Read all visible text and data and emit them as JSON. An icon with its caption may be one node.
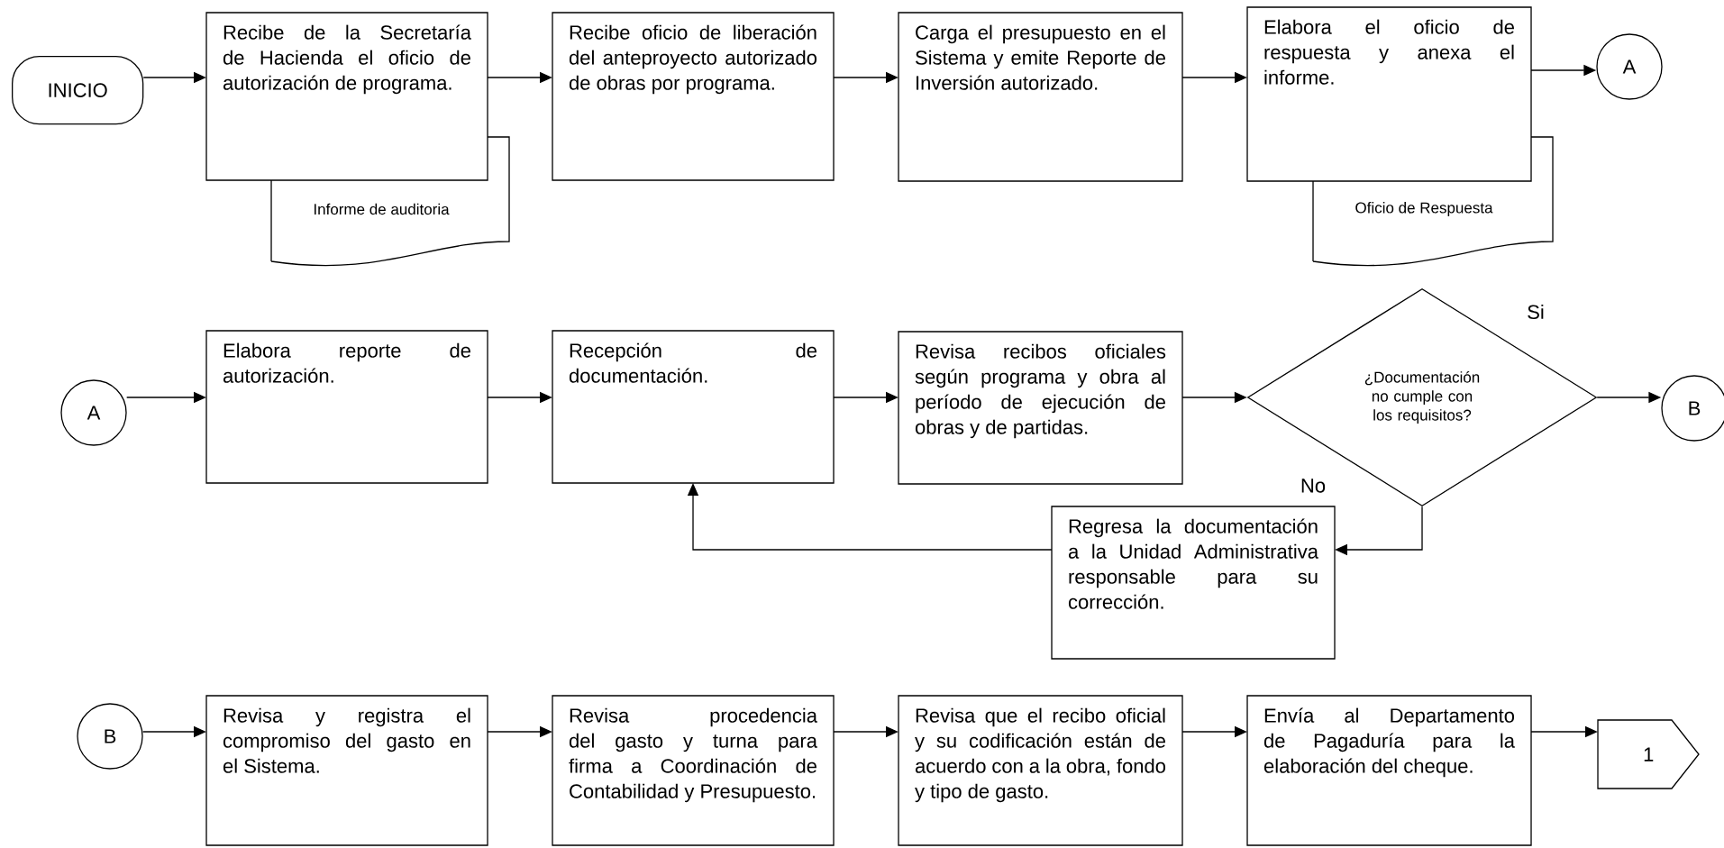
{
  "diagram": {
    "nodes": [
      {
        "text": [
          "INICIO"
        ]
      },
      {
        "text": [
          "Recibe de la Secretaría de Hacienda el oficio de autorización de programa."
        ]
      },
      {
        "text": [
          "Informe de auditoria"
        ]
      },
      {
        "text": [
          "Recibe oficio de liberación del anteproyecto autorizado de obras por programa."
        ]
      },
      {
        "text": [
          "Carga el presupuesto en el Sistema y emite Reporte de Inversión autorizado."
        ]
      },
      {
        "text": [
          "Elabora el oficio de respuesta y anexa el informe."
        ]
      },
      {
        "text": [
          "Oficio de Respuesta"
        ]
      },
      {
        "text": [
          "A"
        ]
      },
      {
        "text": [
          "A"
        ]
      },
      {
        "text": [
          "Elabora reporte de autorización."
        ]
      },
      {
        "text": [
          "Recepción de documentación."
        ]
      },
      {
        "text": [
          "Revisa recibos oficiales según programa y obra al período de ejecución de obras y de partidas."
        ]
      },
      {
        "text": [
          "¿Documentación no cumple con los requisitos?"
        ]
      },
      {
        "text": [
          "B"
        ]
      },
      {
        "text": [
          "Regresa la documentación a la Unidad Administrativa responsable para su corrección."
        ]
      },
      {
        "text": [
          "B"
        ]
      },
      {
        "text": [
          "Revisa y registra el compromiso del gasto en el Sistema."
        ]
      },
      {
        "text": [
          "Revisa procedencia del gasto y turna para firma a Coordinación de Contabilidad y Presupuesto."
        ]
      },
      {
        "text": [
          "Revisa que el recibo oficial y su codificación están de acuerdo con a la obra, fondo y tipo de gasto."
        ]
      },
      {
        "text": [
          "Envía al Departamento de Pagaduría para la elaboración del cheque."
        ]
      },
      {
        "text": [
          "1"
        ]
      }
    ],
    "edges": [
      {
        "from": 0,
        "to": 1,
        "arrow": "to"
      },
      {
        "from": 1,
        "to": 3,
        "arrow": "to"
      },
      {
        "from": 3,
        "to": 4,
        "arrow": "to"
      },
      {
        "from": 4,
        "to": 5,
        "arrow": "to"
      },
      {
        "from": 5,
        "to": 7,
        "arrow": "to"
      },
      {
        "from": 8,
        "to": 9,
        "arrow": "to"
      },
      {
        "from": 9,
        "to": 10,
        "arrow": "to"
      },
      {
        "from": 10,
        "to": 11,
        "arrow": "to"
      },
      {
        "from": 11,
        "to": 12,
        "arrow": "to"
      },
      {
        "from": 12,
        "to": 13,
        "arrow": "to",
        "label": "Si"
      },
      {
        "from": 12,
        "to": 14,
        "arrow": "to",
        "label": "No"
      },
      {
        "from": 14,
        "to": 10,
        "arrow": "to"
      },
      {
        "from": 15,
        "to": 16,
        "arrow": "to"
      },
      {
        "from": 16,
        "to": 17,
        "arrow": "to"
      },
      {
        "from": 17,
        "to": 18,
        "arrow": "to"
      },
      {
        "from": 18,
        "to": 19,
        "arrow": "to"
      },
      {
        "from": 19,
        "to": 20,
        "arrow": "to"
      }
    ]
  }
}
